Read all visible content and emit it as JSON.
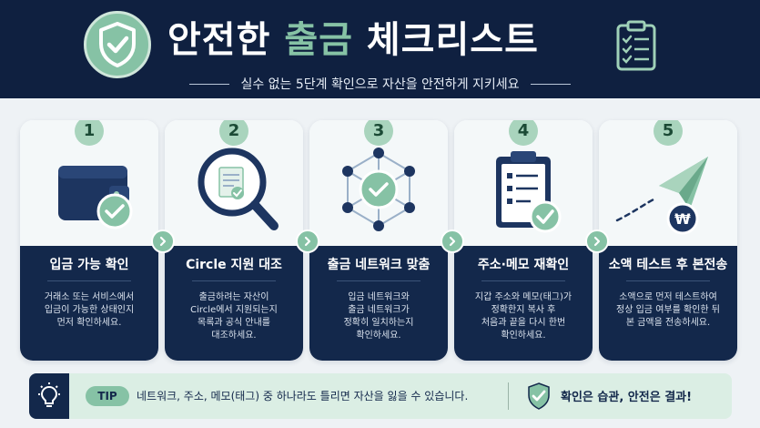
{
  "header": {
    "title_part1": "안전한 ",
    "title_accent": "출금",
    "title_part2": " 체크리스트",
    "subtitle": "실수 없는 5단계 확인으로 자산을 안전하게 지키세요"
  },
  "colors": {
    "navy": "#13284b",
    "header_navy": "#0f2040",
    "mint": "#86c2a5",
    "mint_light": "#a9d4bd",
    "tip_bg": "#dbeee4"
  },
  "steps": [
    {
      "number": "1",
      "icon": "wallet-check-icon",
      "title": "입금 가능 확인",
      "desc": [
        "거래소 또는 서비스에서",
        "입금이 가능한 상태인지",
        "먼저 확인하세요."
      ]
    },
    {
      "number": "2",
      "icon": "magnifier-document-icon",
      "title": "Circle 지원 대조",
      "desc": [
        "출금하려는 자산이",
        "Circle에서 지원되는지",
        "목록과 공식 안내를",
        "대조하세요."
      ]
    },
    {
      "number": "3",
      "icon": "network-check-icon",
      "title": "출금 네트워크 맞춤",
      "desc": [
        "입금 네트워크와",
        "출금 네트워크가",
        "정확히 일치하는지",
        "확인하세요."
      ]
    },
    {
      "number": "4",
      "icon": "clipboard-check-icon",
      "title": "주소·메모 재확인",
      "desc": [
        "지갑 주소와 메모(태그)가",
        "정확한지 복사 후",
        "처음과 끝을 다시 한번",
        "확인하세요."
      ]
    },
    {
      "number": "5",
      "icon": "paper-plane-won-icon",
      "title": "소액 테스트 후 본전송",
      "desc": [
        "소액으로 먼저 테스트하여",
        "정상 입금 여부를 확인한 뒤",
        "본 금액을 전송하세요."
      ]
    }
  ],
  "tip": {
    "label": "TIP",
    "text": "네트워크, 주소, 메모(태그) 중 하나라도 틀리면 자산을 잃을 수 있습니다.",
    "slogan": "확인은 습관, 안전은 결과!"
  }
}
